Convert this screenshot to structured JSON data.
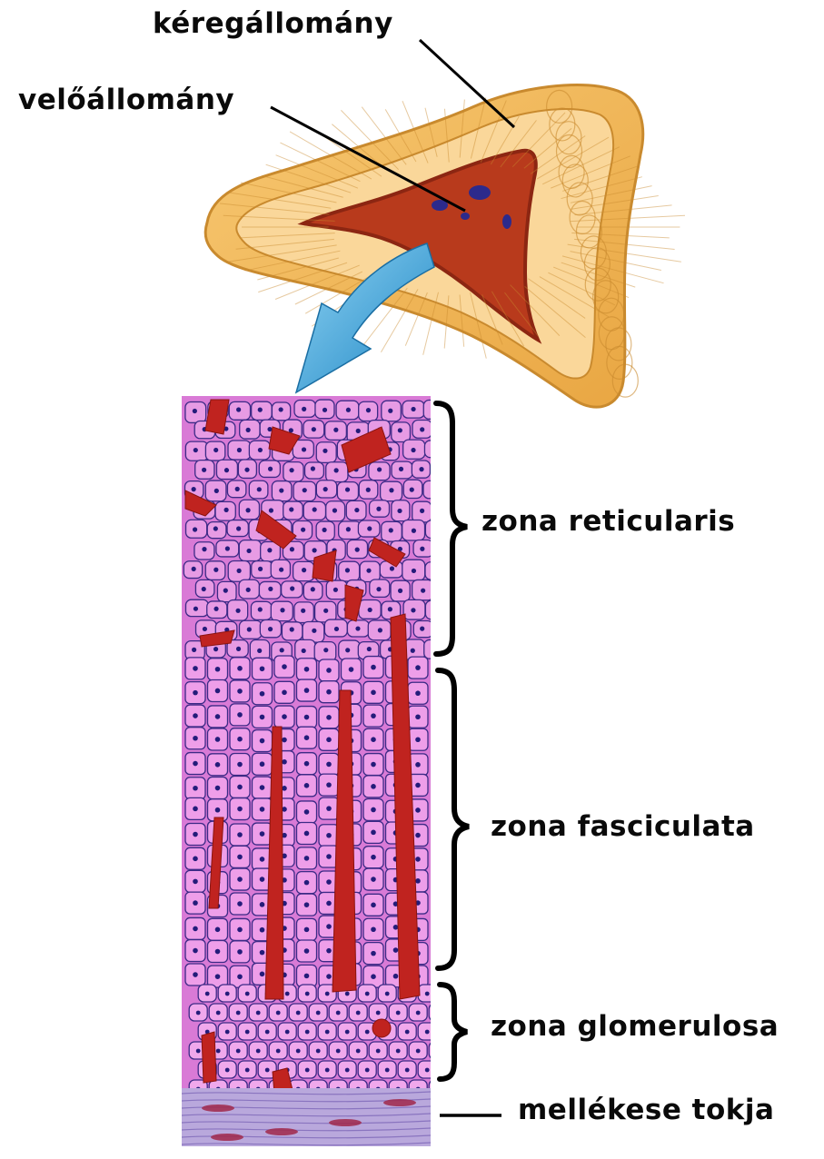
{
  "labels": {
    "cortex": "kéregállomány",
    "medulla": "velőállomány",
    "zona_reticularis": "zona reticularis",
    "zona_fasciculata": "zona fasciculata",
    "zona_glomerulosa": "zona glomerulosa",
    "capsule": "mellékese tokja"
  },
  "colors": {
    "gland_outer": "#f2b85a",
    "gland_edge": "#c98a2e",
    "cortex_light": "#fad79a",
    "medulla": "#b83a1c",
    "medulla_dark": "#8c2612",
    "arrow": "#3fa3d6",
    "tissue_bg": "#d97ad6",
    "tissue_cell_line": "#3c2a86",
    "nucleus": "#241c7a",
    "vessel": "#c0231f",
    "capsule": "#b9a8dc"
  }
}
